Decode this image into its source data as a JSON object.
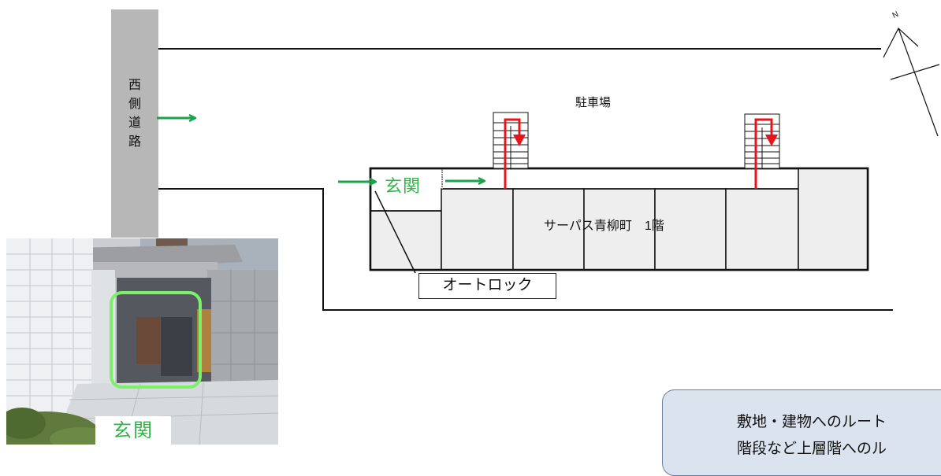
{
  "road": {
    "label": [
      "西",
      "側",
      "道",
      "路"
    ]
  },
  "map": {
    "parking_label": "駐車場",
    "building_label": "サーパス青柳町　1階",
    "entrance_label": "玄関",
    "autolock_label": "オートロック",
    "compass_letter": "N"
  },
  "photo": {
    "label": "玄関"
  },
  "legend": {
    "items": [
      {
        "label": "敷地・建物へのルート",
        "color": "#1aa34a"
      },
      {
        "label": "階段など上層階へのル",
        "color": "#e8141c"
      }
    ]
  },
  "colors": {
    "route_green": "#1aa34a",
    "stairs_red": "#e8141c",
    "road_gray": "#b7b7b7",
    "room_fill": "#eeeeee",
    "highlight_green": "#7cf06a"
  }
}
